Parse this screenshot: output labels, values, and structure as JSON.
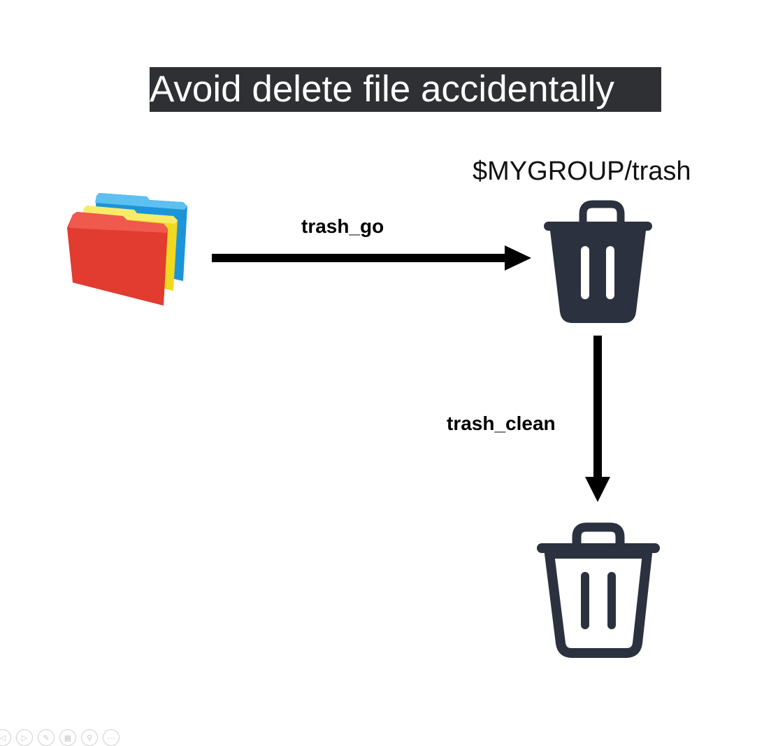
{
  "title": "Avoid delete file accidentally",
  "trash_location": "$MYGROUP/trash",
  "edges": {
    "go_label": "trash_go",
    "clean_label": "trash_clean"
  },
  "icons": {
    "source": "file-folders-icon",
    "trash": "trash-can-filled-icon",
    "cleaned": "trash-can-outline-icon"
  },
  "colors": {
    "title_bg": "#2e3033",
    "title_text": "#ffffff",
    "trash_icon": "#2c3140",
    "arrow": "#000000",
    "folder_red": "#e8352c",
    "folder_yellow": "#f0d821",
    "folder_blue": "#1b95d8"
  },
  "toolbar": {
    "buttons": [
      "previous-slide",
      "next-slide",
      "pen",
      "see-all-slides",
      "zoom",
      "more-options"
    ]
  }
}
